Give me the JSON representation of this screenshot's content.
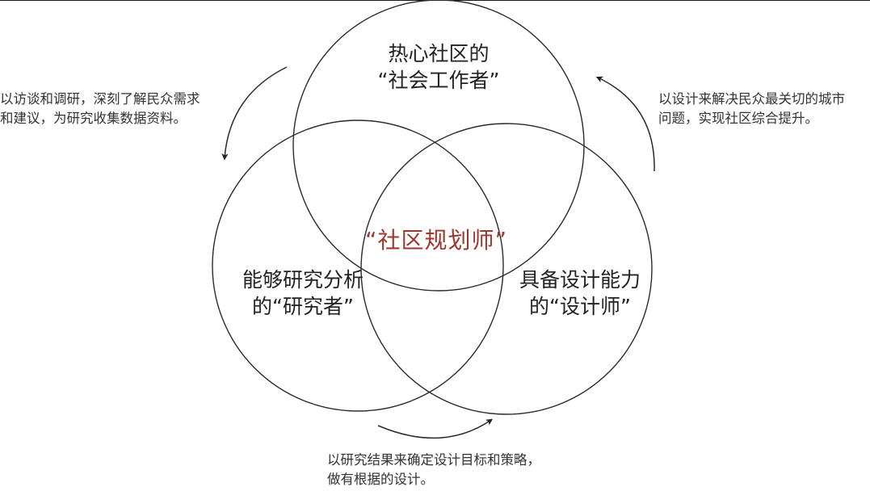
{
  "circles": {
    "top": {
      "line1": "热心社区的",
      "line2": "“社会工作者”"
    },
    "left": {
      "line1": "能够研究分析",
      "line2": "的“研究者”"
    },
    "right": {
      "line1": "具备设计能力",
      "line2": "的“设计师”"
    }
  },
  "center": {
    "label": "“社区规划师”"
  },
  "notes": {
    "top_left": {
      "line1": "以访谈和调研，深刻了解民众需求",
      "line2": "和建议，为研究收集数据资料。"
    },
    "top_right": {
      "line1": "以设计来解决民众最关切的城市",
      "line2": "问题，实现社区综合提升。"
    },
    "bottom": {
      "line1": "以研究结果来确定设计目标和策略，",
      "line2": "做有根据的设计。"
    }
  },
  "colors": {
    "line": "#2a2a2a",
    "center_text": "#a2352b",
    "text": "#222222"
  },
  "icons": [
    "arrow-curve-down-icon",
    "arrow-curve-up-icon",
    "arrow-curve-right-icon"
  ]
}
